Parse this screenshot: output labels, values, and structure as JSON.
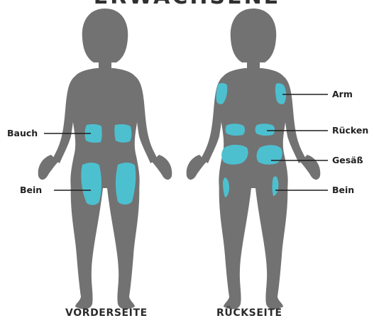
{
  "title": "ERWACHSENE",
  "front": {
    "caption": "VORDERSEITE",
    "labels": {
      "belly": "Bauch",
      "leg": "Bein"
    }
  },
  "back": {
    "caption": "RÜCKSEITE",
    "labels": {
      "arm": "Arm",
      "back": "Rücken",
      "buttocks": "Gesäß",
      "leg": "Bein"
    }
  },
  "colors": {
    "body": "#727272",
    "zone": "#4dc0d0",
    "line": "#1e1e1e"
  }
}
